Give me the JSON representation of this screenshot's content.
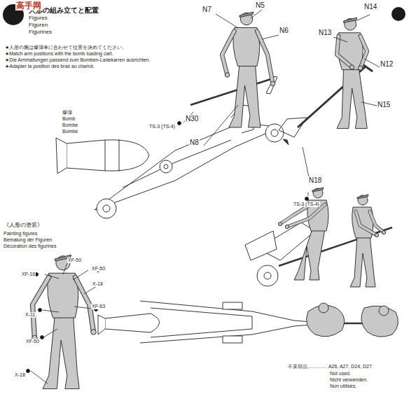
{
  "diagram": {
    "title": "人形の組み立てと配置",
    "labels": [
      "高手网",
      "Figures",
      "Figuren",
      "Figurines",
      "★人形の腕は爆弾車に合わせて位置を決めてください。",
      "★Match arm positions with the bomb loading cart.",
      "★Die Armhaltungen passend zum Bomben-Ladekarren ausrichten.",
      "★Adapter la position des bras au chariot.",
      "N5",
      "N7",
      "N6",
      "N14",
      "N13",
      "N12",
      "N15",
      "N30",
      "TS-3 (TS-4)",
      "N8",
      "N18",
      "TS-3 (TS-4)",
      "爆弾",
      "Bomb",
      "Bombe",
      "Bombe",
      "《人形の塗装》",
      "Painting figures",
      "Bemalung der Figuren",
      "Décoration des figurines",
      "XF-50",
      "XF-16",
      "XF-50",
      "X-18",
      "X-11",
      "XF-63",
      "XF-50",
      "X-18",
      "不要部品………… A26, A27, D24, D27",
      "Not used.",
      "Nicht verwenden.",
      "Non utilisés."
    ]
  }
}
